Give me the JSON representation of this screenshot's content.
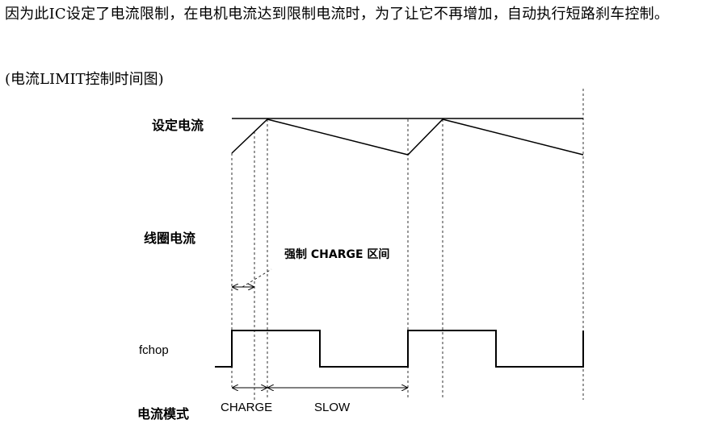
{
  "intro_text": "因为此IC设定了电流限制，在电机电流达到限制电流时，为了让它不再增加，自动执行短路刹车控制。",
  "caption": "(电流LIMIT控制时间图)",
  "diagram": {
    "labels": {
      "set_current": "设定电流",
      "coil_current": "线圈电流",
      "forced_charge_interval": "强制 CHARGE 区间",
      "fchop": "fchop",
      "current_mode": "电流模式",
      "charge": "CHARGE",
      "slow": "SLOW"
    }
  }
}
